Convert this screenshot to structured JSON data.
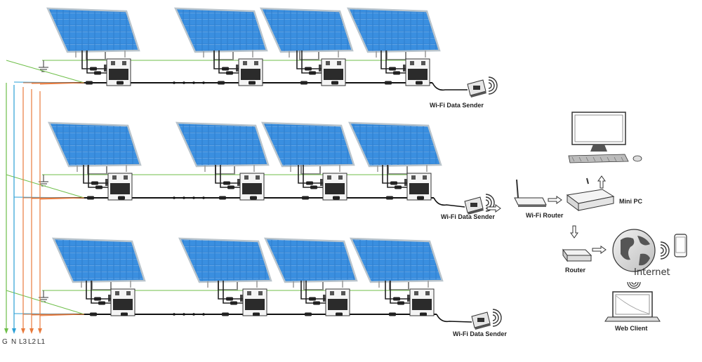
{
  "labels": {
    "wifi_sender": "Wi-Fi Data Sender",
    "wifi_router": "Wi-Fi Router",
    "mini_pc": "Mini PC",
    "router": "Router",
    "internet": "Internet",
    "web_client": "Web Client"
  },
  "wires": [
    {
      "name": "G",
      "color": "#6fbf4a"
    },
    {
      "name": "N",
      "color": "#2a9fd6"
    },
    {
      "name": "L3",
      "color": "#e87a3c"
    },
    {
      "name": "L2",
      "color": "#e87a3c"
    },
    {
      "name": "L1",
      "color": "#e87a3c"
    }
  ],
  "colors": {
    "panel_cell": "#2f7fd0",
    "panel_frame": "#b9c4cc",
    "ground": "#6fbf4a"
  },
  "icons": {
    "solar_panel": "solar-panel-icon",
    "microinverter": "microinverter-icon",
    "wifi_sender": "wifi-sender-icon",
    "wireless_signal": "wireless-signal-icon",
    "wifi_router": "wifi-router-icon",
    "mini_pc": "mini-pc-icon",
    "monitor": "monitor-icon",
    "router": "router-icon",
    "globe": "globe-icon",
    "phone": "phone-icon",
    "laptop": "laptop-icon"
  }
}
